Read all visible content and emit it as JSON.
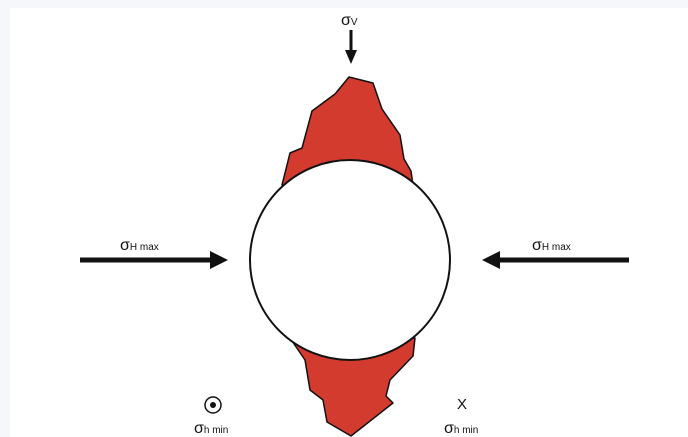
{
  "colors": {
    "breakout": "#d33b2e",
    "outline": "#111111",
    "background": "#ffffff",
    "frame": "#f5f7fa"
  },
  "labels": {
    "sigma_v": {
      "symbol": "σ",
      "sub": "V"
    },
    "sigma_h_max_left": {
      "symbol": "σ",
      "sub": "H max"
    },
    "sigma_h_max_right": {
      "symbol": "σ",
      "sub": "H max"
    },
    "sigma_h_min_left": {
      "symbol": "σ",
      "sub": "h min"
    },
    "sigma_h_min_right": {
      "symbol": "σ",
      "sub": "h min"
    },
    "into_page_symbol": "",
    "out_of_page_symbol": "X"
  },
  "icons": {
    "top_arrow": "arrow-down-icon",
    "left_arrow": "arrow-right-icon",
    "right_arrow": "arrow-left-icon",
    "dot_circle": "dot-circle-icon",
    "cross": "cross-icon"
  }
}
